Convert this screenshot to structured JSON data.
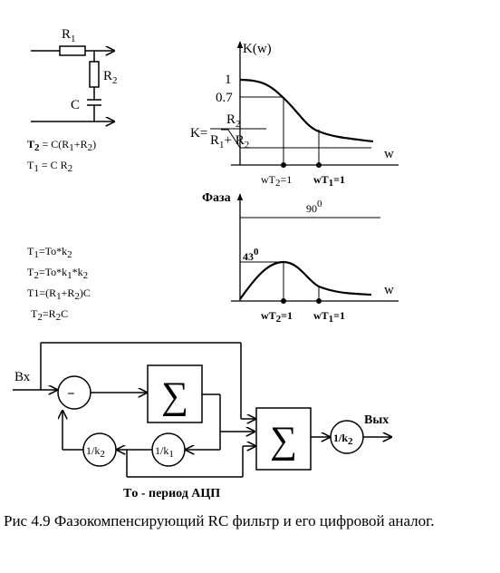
{
  "circuit": {
    "r1": {
      "main": "R",
      "sub": "1"
    },
    "r2": {
      "main": "R",
      "sub": "2"
    },
    "c": "C",
    "t2_formula": {
      "a": "T",
      "b": "2",
      "c": " = C(R",
      "d": "1",
      "e": "+R",
      "f": "2",
      "g": ")"
    },
    "t1_formula": {
      "a": "T",
      "b": "1",
      "c": " = C R",
      "d": "2"
    }
  },
  "magnitude_plot": {
    "ylabel": "K(w)",
    "xlabel": "w",
    "tick_1": "1",
    "tick_07": "0.7",
    "k_left": "K=",
    "k_num": {
      "a": "R",
      "b": "2"
    },
    "k_den": {
      "a": "R",
      "b": "1",
      "c": "+ R",
      "d": "2"
    },
    "x_tick_1": {
      "a": "wT",
      "b": "2",
      "c": "=1"
    },
    "x_tick_2": {
      "a": "wT",
      "b": "1",
      "c": "=1"
    }
  },
  "phase_plot": {
    "ylabel": "Фаза",
    "xlabel": "w",
    "asymptote": {
      "a": "90",
      "b": "0"
    },
    "peak": {
      "a": "43",
      "b": "0"
    },
    "x_tick_1": {
      "a": "wT",
      "b": "2",
      "c": "=1"
    },
    "x_tick_2": {
      "a": "wT",
      "b": "1",
      "c": "=1"
    }
  },
  "digital_formulas": [
    {
      "a": "T",
      "b": "1",
      "c": "=To*k",
      "d": "2"
    },
    {
      "a": "T",
      "b": "2",
      "c": "=To*k",
      "d": "1",
      "e": "*k",
      "f": "2"
    },
    {
      "a": "T1=(R",
      "b": "1",
      "c": "+R",
      "d": "2",
      "e": ")C"
    },
    {
      "a": "T",
      "b": "2",
      "c": "=R",
      "d": "2",
      "e": "C"
    }
  ],
  "block_diagram": {
    "input": "Вх",
    "output": "Вых",
    "minus": "−",
    "sigma": "∑",
    "gain_k2": {
      "a": "1/k",
      "b": "2"
    },
    "gain_k1": {
      "a": "1/k",
      "b": "1"
    },
    "gain_out": {
      "a": "1/k",
      "b": "2"
    },
    "period_label": "Tо - период АЦП"
  },
  "caption": "Рис 4.9 Фазокомпенсирующий RC фильтр и его цифровой аналог."
}
